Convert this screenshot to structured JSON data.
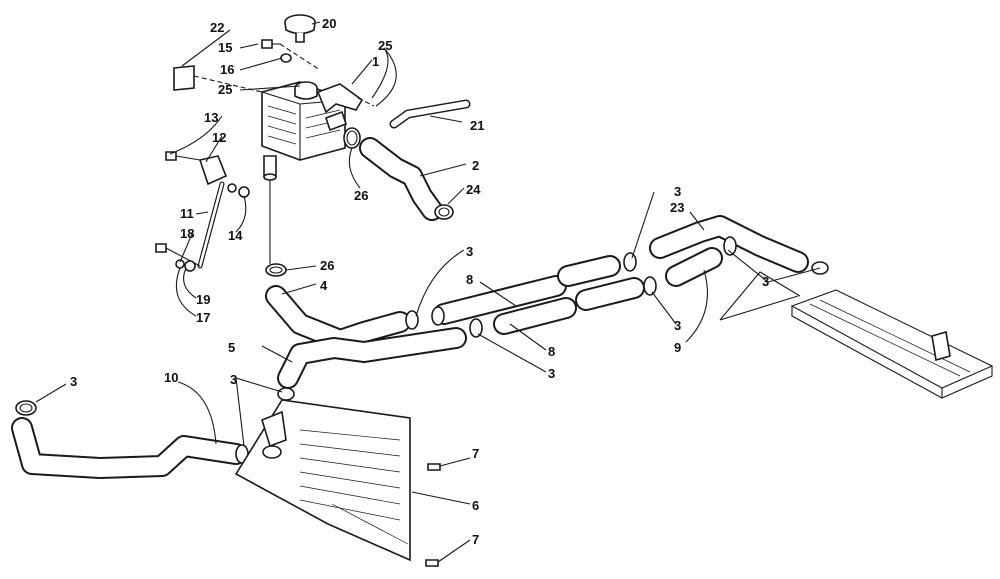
{
  "callouts": [
    {
      "id": "c22",
      "text": "22"
    },
    {
      "id": "c15",
      "text": "15"
    },
    {
      "id": "c16",
      "text": "16"
    },
    {
      "id": "c25a",
      "text": "25"
    },
    {
      "id": "c20",
      "text": "20"
    },
    {
      "id": "c25b",
      "text": "25"
    },
    {
      "id": "c1",
      "text": "1"
    },
    {
      "id": "c21",
      "text": "21"
    },
    {
      "id": "c2",
      "text": "2"
    },
    {
      "id": "c24",
      "text": "24"
    },
    {
      "id": "c26a",
      "text": "26"
    },
    {
      "id": "c13",
      "text": "13"
    },
    {
      "id": "c12",
      "text": "12"
    },
    {
      "id": "c11",
      "text": "11"
    },
    {
      "id": "c14",
      "text": "14"
    },
    {
      "id": "c18",
      "text": "18"
    },
    {
      "id": "c19",
      "text": "19"
    },
    {
      "id": "c17",
      "text": "17"
    },
    {
      "id": "c26b",
      "text": "26"
    },
    {
      "id": "c4",
      "text": "4"
    },
    {
      "id": "c5",
      "text": "5"
    },
    {
      "id": "c3a",
      "text": "3"
    },
    {
      "id": "c8a",
      "text": "8"
    },
    {
      "id": "c8b",
      "text": "8"
    },
    {
      "id": "c3b",
      "text": "3"
    },
    {
      "id": "c3c",
      "text": "3"
    },
    {
      "id": "c23",
      "text": "23"
    },
    {
      "id": "c3d",
      "text": "3"
    },
    {
      "id": "c3e",
      "text": "3"
    },
    {
      "id": "c9",
      "text": "9"
    },
    {
      "id": "c3f",
      "text": "3"
    },
    {
      "id": "c10",
      "text": "10"
    },
    {
      "id": "c3g",
      "text": "3"
    },
    {
      "id": "c7a",
      "text": "7"
    },
    {
      "id": "c6",
      "text": "6"
    },
    {
      "id": "c7b",
      "text": "7"
    }
  ]
}
